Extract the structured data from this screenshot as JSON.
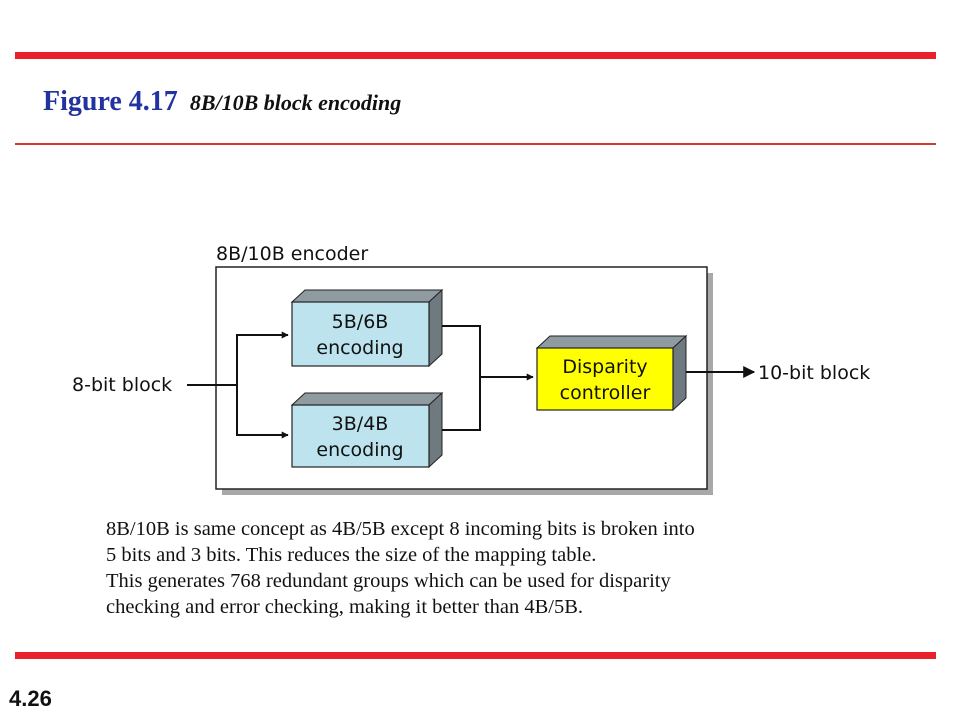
{
  "slide": {
    "figure_number": "Figure 4.17",
    "figure_caption": "8B/10B block encoding",
    "page_number": "4.26"
  },
  "diagram": {
    "encoder_label": "8B/10B encoder",
    "input_label": "8-bit block",
    "output_label": "10-bit block",
    "block_5b6b": {
      "line1": "5B/6B",
      "line2": "encoding"
    },
    "block_3b4b": {
      "line1": "3B/4B",
      "line2": "encoding"
    },
    "disparity": {
      "line1": "Disparity",
      "line2": "controller"
    },
    "colors": {
      "encoding_block": "#bde3ef",
      "disparity_block": "#ffff00",
      "accent_red": "#e8202a",
      "title_blue": "#2233a0"
    }
  },
  "description": {
    "lines": [
      "8B/10B is same concept as 4B/5B except 8 incoming bits is broken into",
      "5 bits and 3 bits.  This reduces the size of the mapping table.",
      "This generates 768 redundant groups which can be used for disparity",
      "checking and error checking, making it better than 4B/5B."
    ]
  }
}
